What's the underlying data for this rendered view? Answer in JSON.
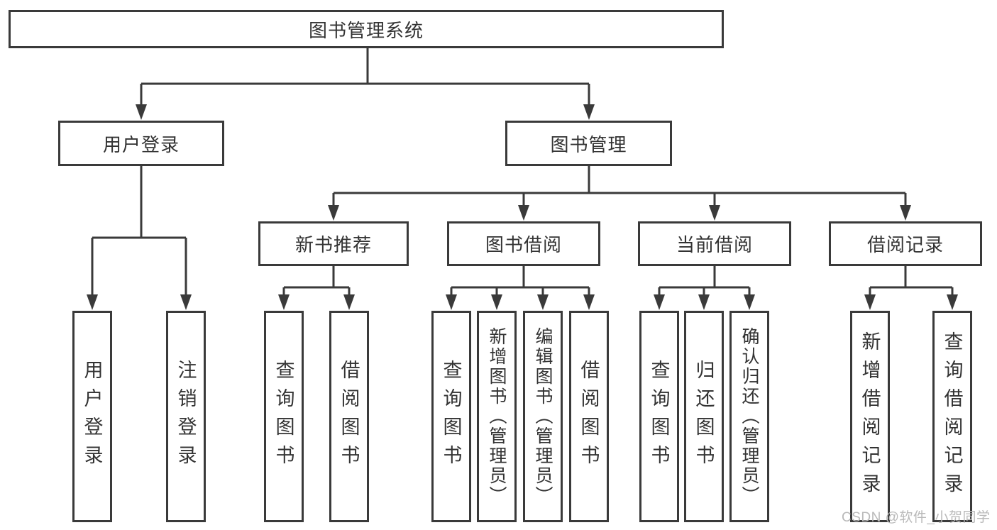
{
  "diagram": {
    "root": {
      "label": "图书管理系统",
      "children": [
        {
          "label": "用户登录",
          "children": [
            {
              "label": "用户登录"
            },
            {
              "label": "注销登录"
            }
          ]
        },
        {
          "label": "图书管理",
          "children": [
            {
              "label": "新书推荐",
              "children": [
                {
                  "label": "查询图书"
                },
                {
                  "label": "借阅图书"
                }
              ]
            },
            {
              "label": "图书借阅",
              "children": [
                {
                  "label": "查询图书"
                },
                {
                  "label": "新增图书（管理员）"
                },
                {
                  "label": "编辑图书（管理员）"
                },
                {
                  "label": "借阅图书"
                }
              ]
            },
            {
              "label": "当前借阅",
              "children": [
                {
                  "label": "查询图书"
                },
                {
                  "label": "归还图书"
                },
                {
                  "label": "确认归还（管理员）"
                }
              ]
            },
            {
              "label": "借阅记录",
              "children": [
                {
                  "label": "新增借阅记录"
                },
                {
                  "label": "查询借阅记录"
                }
              ]
            }
          ]
        }
      ]
    }
  },
  "watermark": {
    "text": "CSDN @软件_小贺同学"
  },
  "colors": {
    "line": "#3a3a3a",
    "text": "#333333",
    "watermark": "#b9b9b9",
    "background": "#ffffff"
  }
}
